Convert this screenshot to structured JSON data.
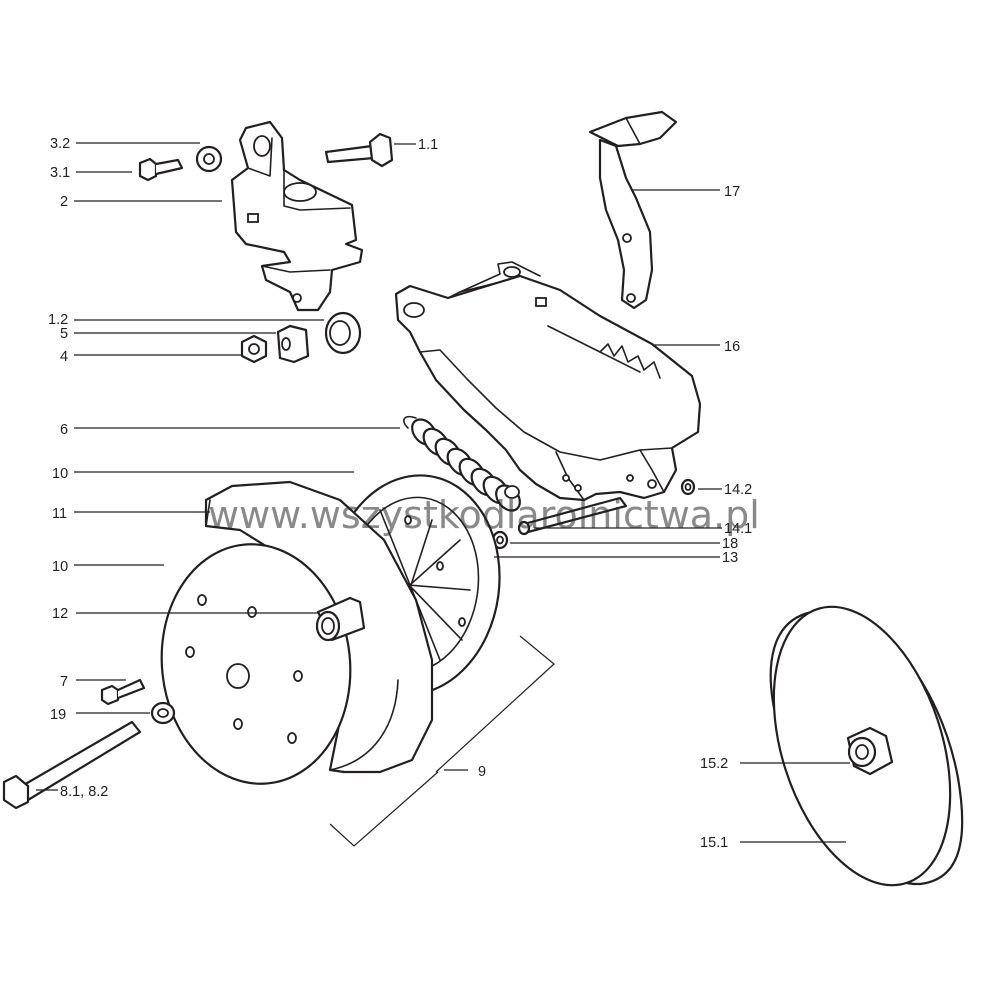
{
  "watermark": "www.wszystkodlarolnictwa.pl",
  "callouts": {
    "c3_2": "3.2",
    "c3_1": "3.1",
    "c2": "2",
    "c1_1": "1.1",
    "c17": "17",
    "c1_2": "1.2",
    "c5": "5",
    "c4": "4",
    "c16": "16",
    "c6": "6",
    "c10a": "10",
    "c11": "11",
    "c10b": "10",
    "c14_2": "14.2",
    "c14_1": "14.1",
    "c18": "18",
    "c13": "13",
    "c12": "12",
    "c7": "7",
    "c19": "19",
    "c9": "9",
    "c8": "8.1, 8.2",
    "c15_2": "15.2",
    "c15_1": "15.1"
  },
  "colors": {
    "line": "#231f20",
    "background": "#ffffff"
  }
}
